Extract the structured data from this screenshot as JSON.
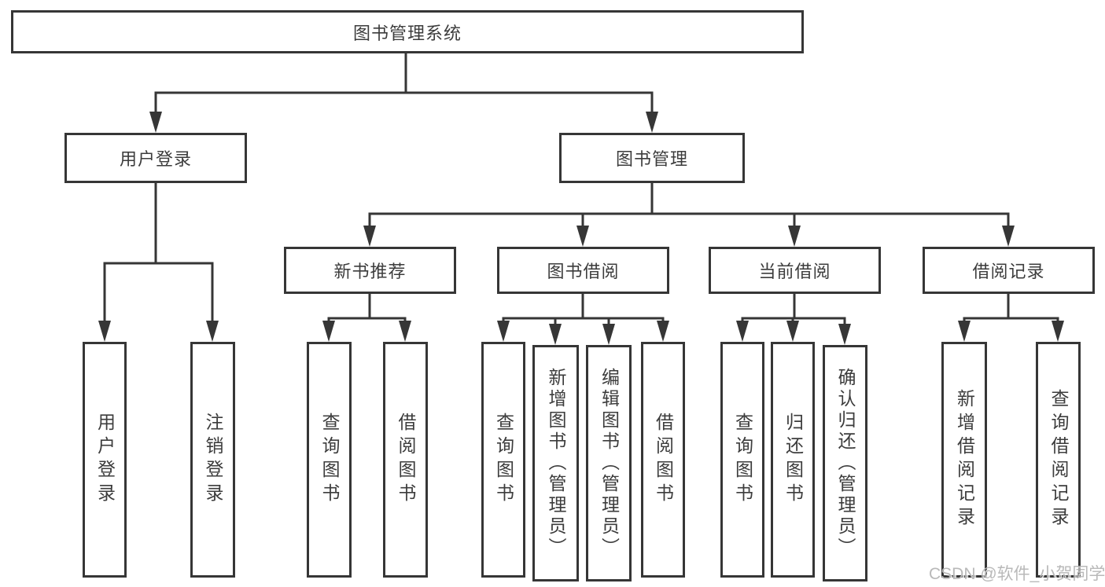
{
  "diagram": {
    "root": "图书管理系统",
    "level2": [
      "用户登录",
      "图书管理"
    ],
    "level3": [
      "新书推荐",
      "图书借阅",
      "当前借阅",
      "借阅记录"
    ],
    "leaves_user_login": [
      "用户登录",
      "注销登录"
    ],
    "leaves_new_book": [
      "查询图书",
      "借阅图书"
    ],
    "leaves_book_borrow": [
      "查询图书",
      "新增图书（管理员）",
      "编辑图书（管理员）",
      "借阅图书"
    ],
    "leaves_current_borrow": [
      "查询图书",
      "归还图书",
      "确认归还（管理员）"
    ],
    "leaves_borrow_records": [
      "新增借阅记录",
      "查询借阅记录"
    ]
  },
  "watermark": {
    "text": "CSDN @软件_小贺同学",
    "color": "#b9b9b9"
  },
  "colors": {
    "line": "#363636",
    "text": "#3c3c3c",
    "background": "#ffffff"
  }
}
